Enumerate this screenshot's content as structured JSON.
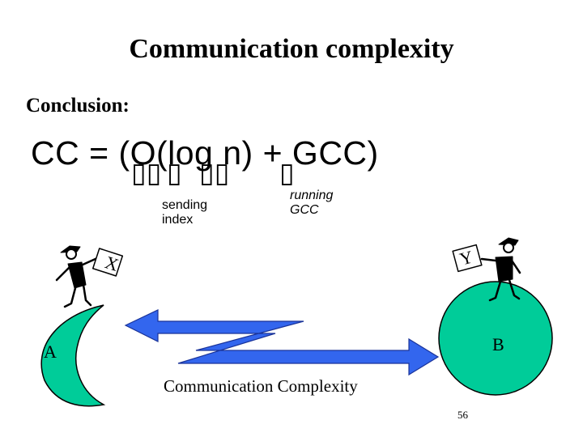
{
  "slide": {
    "title": "Communication complexity",
    "subtitle": "Conclusion:",
    "formula": "CC = (O(log n) + GCC)",
    "notes": {
      "sending_index": [
        "sending",
        "index"
      ],
      "running_gcc": [
        "running",
        "GCC"
      ]
    },
    "party_a": {
      "label": "A",
      "input": "X"
    },
    "party_b": {
      "label": "B",
      "input": "Y"
    },
    "caption": "Communication Complexity",
    "page_number": "56"
  },
  "colors": {
    "planet_fill": "#00cc99",
    "arrow_fill": "#3366ee",
    "arrow_stroke": "#1a3399"
  },
  "icons": [
    "person-a-icon",
    "person-b-icon",
    "crescent-planet-icon",
    "round-planet-icon",
    "zigzag-arrow-icon"
  ]
}
